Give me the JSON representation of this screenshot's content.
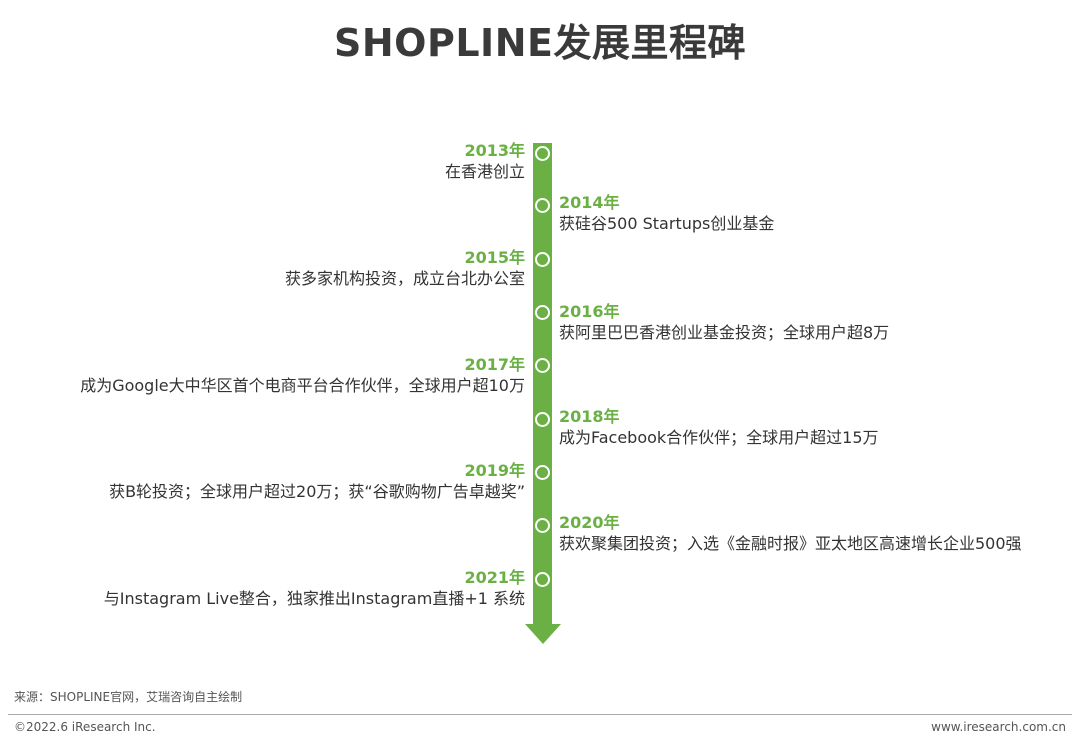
{
  "title": "SHOPLINE发展里程碑",
  "milestones": [
    {
      "year": "2013年",
      "text": "在香港创立"
    },
    {
      "year": "2014年",
      "text": "获硅谷500 Startups创业基金"
    },
    {
      "year": "2015年",
      "text": "获多家机构投资，成立台北办公室"
    },
    {
      "year": "2016年",
      "text": "获阿里巴巴香港创业基金投资；全球用户超8万"
    },
    {
      "year": "2017年",
      "text": "成为Google大中华区首个电商平台合作伙伴，全球用户超10万"
    },
    {
      "year": "2018年",
      "text": "成为Facebook合作伙伴；全球用户超过15万"
    },
    {
      "year": "2019年",
      "text": "获B轮投资；全球用户超过20万；获“谷歌购物广告卓越奖”"
    },
    {
      "year": "2020年",
      "text": "获欢聚集团投资；入选《金融时报》亚太地区高速增长企业500强"
    },
    {
      "year": "2021年",
      "text": "与Instagram Live整合，独家推出Instagram直播+1 系统"
    }
  ],
  "source": "来源：SHOPLINE官网，艾瑞咨询自主绘制",
  "copyright": "©2022.6 iResearch Inc.",
  "website": "www.iresearch.com.cn",
  "colors": {
    "accent": "#6ab045",
    "text": "#333333"
  }
}
